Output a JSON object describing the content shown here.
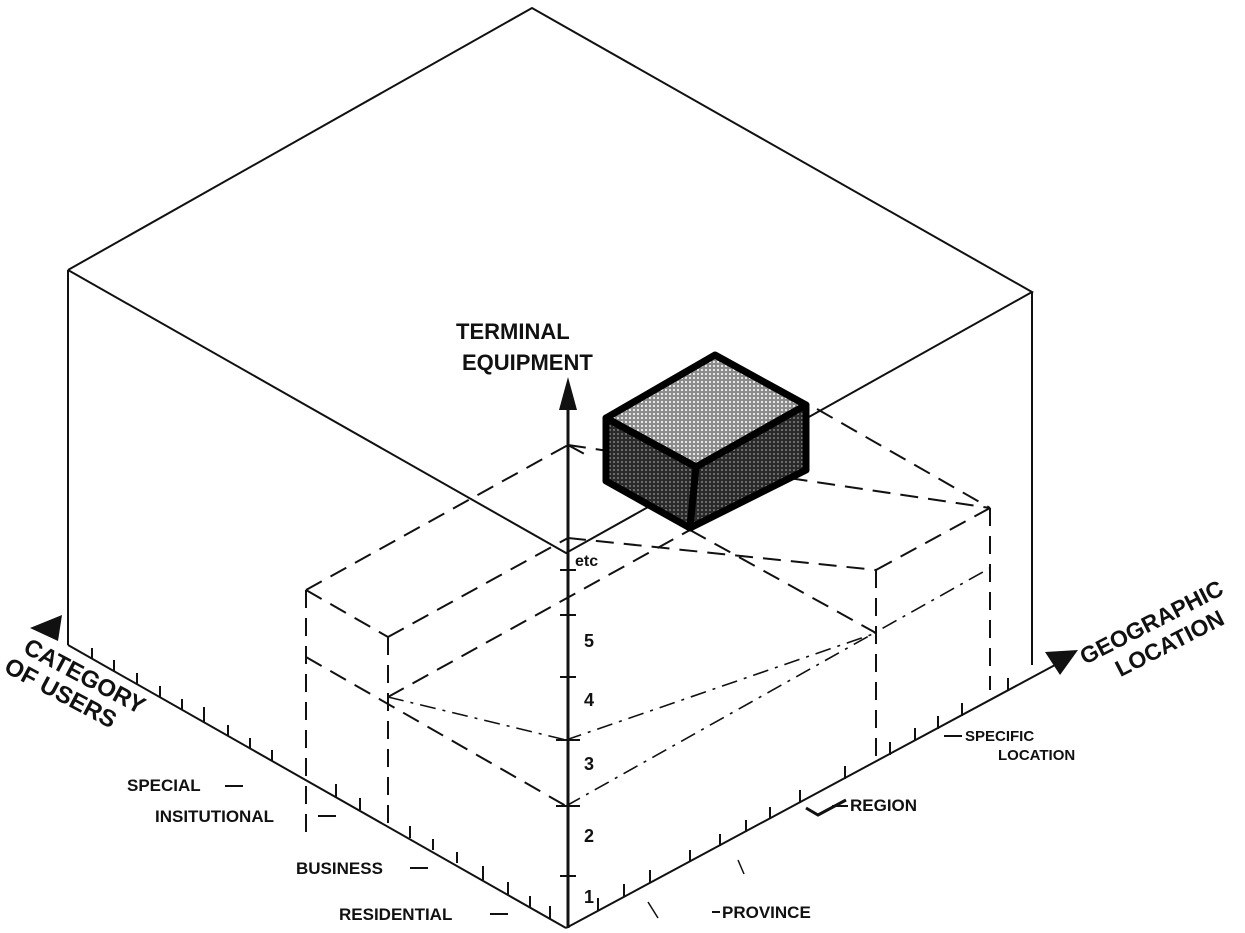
{
  "axes": {
    "vertical": {
      "label_line1": "TERMINAL",
      "label_line2": "EQUIPMENT",
      "ticks": [
        "1",
        "2",
        "3",
        "4",
        "5"
      ],
      "end_label": "etc"
    },
    "left": {
      "label_line1": "CATEGORY",
      "label_line2": "OF USERS"
    },
    "right": {
      "label_line1": "GEOGRAPHIC",
      "label_line2": "LOCATION"
    }
  },
  "categories": {
    "special": "SPECIAL",
    "institutional": "INSITUTIONAL",
    "business": "BUSINESS",
    "residential": "RESIDENTIAL"
  },
  "locations": {
    "specific_line1": "SPECIFIC",
    "specific_line2": "LOCATION",
    "region": "REGION",
    "province": "PROVINCE"
  },
  "colors": {
    "ink": "#111111",
    "background": "#ffffff"
  }
}
